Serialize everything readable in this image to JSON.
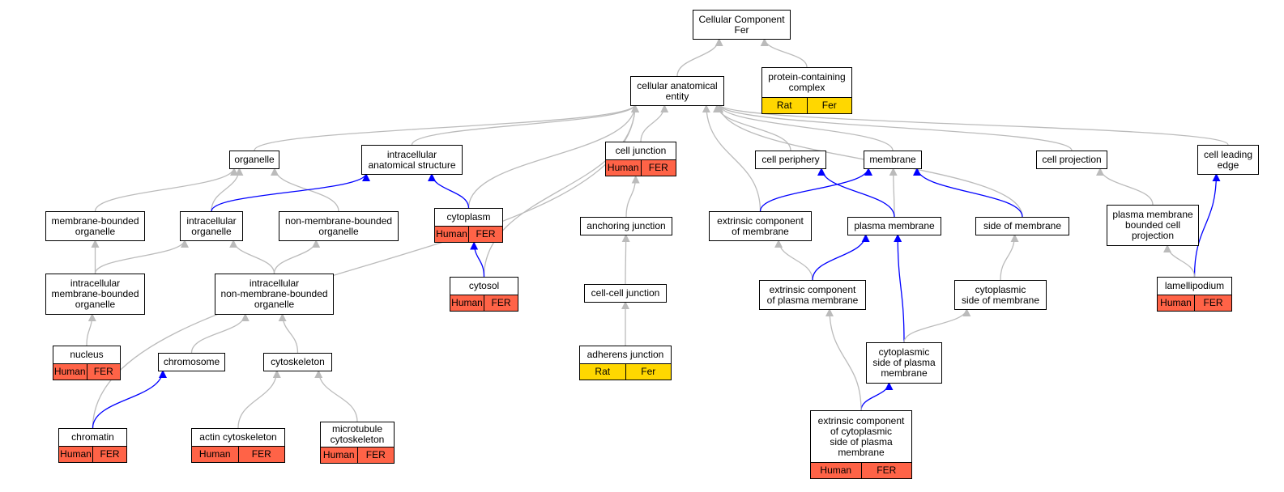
{
  "colors": {
    "human": "#ff6347",
    "rat": "#ffd700",
    "edge_gray": "#bbbbbb",
    "edge_blue": "#0000ff"
  },
  "nodes": [
    {
      "id": "root",
      "label": "Cellular Component\nFer",
      "tags": []
    },
    {
      "id": "cae",
      "label": "cellular anatomical\nentity",
      "tags": []
    },
    {
      "id": "pcc",
      "label": "protein-containing\ncomplex",
      "tags": [
        {
          "text": "Rat",
          "type": "rat"
        },
        {
          "text": "Fer",
          "type": "rat"
        }
      ]
    },
    {
      "id": "organelle",
      "label": "organelle",
      "tags": []
    },
    {
      "id": "ias",
      "label": "intracellular\nanatomical structure",
      "tags": []
    },
    {
      "id": "celljunction",
      "label": "cell junction",
      "tags": [
        {
          "text": "Human",
          "type": "human"
        },
        {
          "text": "FER",
          "type": "human"
        }
      ]
    },
    {
      "id": "cellperiphery",
      "label": "cell periphery",
      "tags": []
    },
    {
      "id": "membrane",
      "label": "membrane",
      "tags": []
    },
    {
      "id": "cellprojection",
      "label": "cell projection",
      "tags": []
    },
    {
      "id": "leadingedge",
      "label": "cell leading\nedge",
      "tags": []
    },
    {
      "id": "mbo",
      "label": "membrane-bounded\norganelle",
      "tags": []
    },
    {
      "id": "io",
      "label": "intracellular\norganelle",
      "tags": []
    },
    {
      "id": "nmbo",
      "label": "non-membrane-bounded\norganelle",
      "tags": []
    },
    {
      "id": "cytoplasm",
      "label": "cytoplasm",
      "tags": [
        {
          "text": "Human",
          "type": "human"
        },
        {
          "text": "FER",
          "type": "human"
        }
      ]
    },
    {
      "id": "anchoring",
      "label": "anchoring junction",
      "tags": []
    },
    {
      "id": "ecm",
      "label": "extrinsic component\nof membrane",
      "tags": []
    },
    {
      "id": "pm",
      "label": "plasma membrane",
      "tags": []
    },
    {
      "id": "som",
      "label": "side of membrane",
      "tags": []
    },
    {
      "id": "pmbcp",
      "label": "plasma membrane\nbounded cell\nprojection",
      "tags": []
    },
    {
      "id": "imbo",
      "label": "intracellular\nmembrane-bounded\norganelle",
      "tags": []
    },
    {
      "id": "inmbo",
      "label": "intracellular\nnon-membrane-bounded\norganelle",
      "tags": []
    },
    {
      "id": "cytosol",
      "label": "cytosol",
      "tags": [
        {
          "text": "Human",
          "type": "human"
        },
        {
          "text": "FER",
          "type": "human"
        }
      ]
    },
    {
      "id": "ccj",
      "label": "cell-cell junction",
      "tags": []
    },
    {
      "id": "ecpm",
      "label": "extrinsic component\nof plasma membrane",
      "tags": []
    },
    {
      "id": "csom",
      "label": "cytoplasmic\nside of membrane",
      "tags": []
    },
    {
      "id": "lamelli",
      "label": "lamellipodium",
      "tags": [
        {
          "text": "Human",
          "type": "human"
        },
        {
          "text": "FER",
          "type": "human"
        }
      ]
    },
    {
      "id": "nucleus",
      "label": "nucleus",
      "tags": [
        {
          "text": "Human",
          "type": "human"
        },
        {
          "text": "FER",
          "type": "human"
        }
      ]
    },
    {
      "id": "chromosome",
      "label": "chromosome",
      "tags": []
    },
    {
      "id": "cytoskeleton",
      "label": "cytoskeleton",
      "tags": []
    },
    {
      "id": "adherens",
      "label": "adherens junction",
      "tags": [
        {
          "text": "Rat",
          "type": "rat"
        },
        {
          "text": "Fer",
          "type": "rat"
        }
      ]
    },
    {
      "id": "cspm",
      "label": "cytoplasmic\nside of plasma\nmembrane",
      "tags": []
    },
    {
      "id": "chromatin",
      "label": "chromatin",
      "tags": [
        {
          "text": "Human",
          "type": "human"
        },
        {
          "text": "FER",
          "type": "human"
        }
      ]
    },
    {
      "id": "actin",
      "label": "actin cytoskeleton",
      "tags": [
        {
          "text": "Human",
          "type": "human"
        },
        {
          "text": "FER",
          "type": "human"
        }
      ]
    },
    {
      "id": "microtubule",
      "label": "microtubule\ncytoskeleton",
      "tags": [
        {
          "text": "Human",
          "type": "human"
        },
        {
          "text": "FER",
          "type": "human"
        }
      ]
    },
    {
      "id": "ecspm",
      "label": "extrinsic component\nof cytoplasmic\nside of plasma\nmembrane",
      "tags": [
        {
          "text": "Human",
          "type": "human"
        },
        {
          "text": "FER",
          "type": "human"
        }
      ]
    }
  ],
  "edges": [
    {
      "from": "cae",
      "to": "root",
      "type": "gray"
    },
    {
      "from": "pcc",
      "to": "root",
      "type": "gray"
    },
    {
      "from": "organelle",
      "to": "cae",
      "type": "gray"
    },
    {
      "from": "ias",
      "to": "cae",
      "type": "gray"
    },
    {
      "from": "celljunction",
      "to": "cae",
      "type": "gray"
    },
    {
      "from": "cellperiphery",
      "to": "cae",
      "type": "gray"
    },
    {
      "from": "membrane",
      "to": "cae",
      "type": "gray"
    },
    {
      "from": "cellprojection",
      "to": "cae",
      "type": "gray"
    },
    {
      "from": "leadingedge",
      "to": "cae",
      "type": "gray"
    },
    {
      "from": "cytoplasm",
      "to": "cae",
      "type": "gray"
    },
    {
      "from": "cytosol",
      "to": "cae",
      "type": "gray"
    },
    {
      "from": "ecm",
      "to": "cae",
      "type": "gray"
    },
    {
      "from": "som",
      "to": "cae",
      "type": "gray"
    },
    {
      "from": "chromatin",
      "to": "cae",
      "type": "gray"
    },
    {
      "from": "mbo",
      "to": "organelle",
      "type": "gray"
    },
    {
      "from": "io",
      "to": "organelle",
      "type": "gray"
    },
    {
      "from": "nmbo",
      "to": "organelle",
      "type": "gray"
    },
    {
      "from": "io",
      "to": "ias",
      "type": "blue"
    },
    {
      "from": "cytoplasm",
      "to": "ias",
      "type": "blue"
    },
    {
      "from": "anchoring",
      "to": "celljunction",
      "type": "gray"
    },
    {
      "from": "ecm",
      "to": "membrane",
      "type": "blue"
    },
    {
      "from": "pm",
      "to": "membrane",
      "type": "gray"
    },
    {
      "from": "pm",
      "to": "cellperiphery",
      "type": "blue"
    },
    {
      "from": "som",
      "to": "membrane",
      "type": "blue"
    },
    {
      "from": "pmbcp",
      "to": "cellprojection",
      "type": "gray"
    },
    {
      "from": "lamelli",
      "to": "leadingedge",
      "type": "blue"
    },
    {
      "from": "imbo",
      "to": "mbo",
      "type": "gray"
    },
    {
      "from": "imbo",
      "to": "io",
      "type": "gray"
    },
    {
      "from": "inmbo",
      "to": "io",
      "type": "gray"
    },
    {
      "from": "inmbo",
      "to": "nmbo",
      "type": "gray"
    },
    {
      "from": "cytosol",
      "to": "cytoplasm",
      "type": "blue"
    },
    {
      "from": "ccj",
      "to": "anchoring",
      "type": "gray"
    },
    {
      "from": "ecpm",
      "to": "ecm",
      "type": "gray"
    },
    {
      "from": "ecpm",
      "to": "pm",
      "type": "blue"
    },
    {
      "from": "csom",
      "to": "som",
      "type": "gray"
    },
    {
      "from": "lamelli",
      "to": "pmbcp",
      "type": "gray"
    },
    {
      "from": "nucleus",
      "to": "imbo",
      "type": "gray"
    },
    {
      "from": "chromosome",
      "to": "inmbo",
      "type": "gray"
    },
    {
      "from": "cytoskeleton",
      "to": "inmbo",
      "type": "gray"
    },
    {
      "from": "adherens",
      "to": "ccj",
      "type": "gray"
    },
    {
      "from": "cspm",
      "to": "pm",
      "type": "blue"
    },
    {
      "from": "cspm",
      "to": "csom",
      "type": "gray"
    },
    {
      "from": "chromatin",
      "to": "chromosome",
      "type": "blue"
    },
    {
      "from": "actin",
      "to": "cytoskeleton",
      "type": "gray"
    },
    {
      "from": "microtubule",
      "to": "cytoskeleton",
      "type": "gray"
    },
    {
      "from": "ecspm",
      "to": "cspm",
      "type": "blue"
    },
    {
      "from": "ecspm",
      "to": "ecpm",
      "type": "gray"
    }
  ]
}
